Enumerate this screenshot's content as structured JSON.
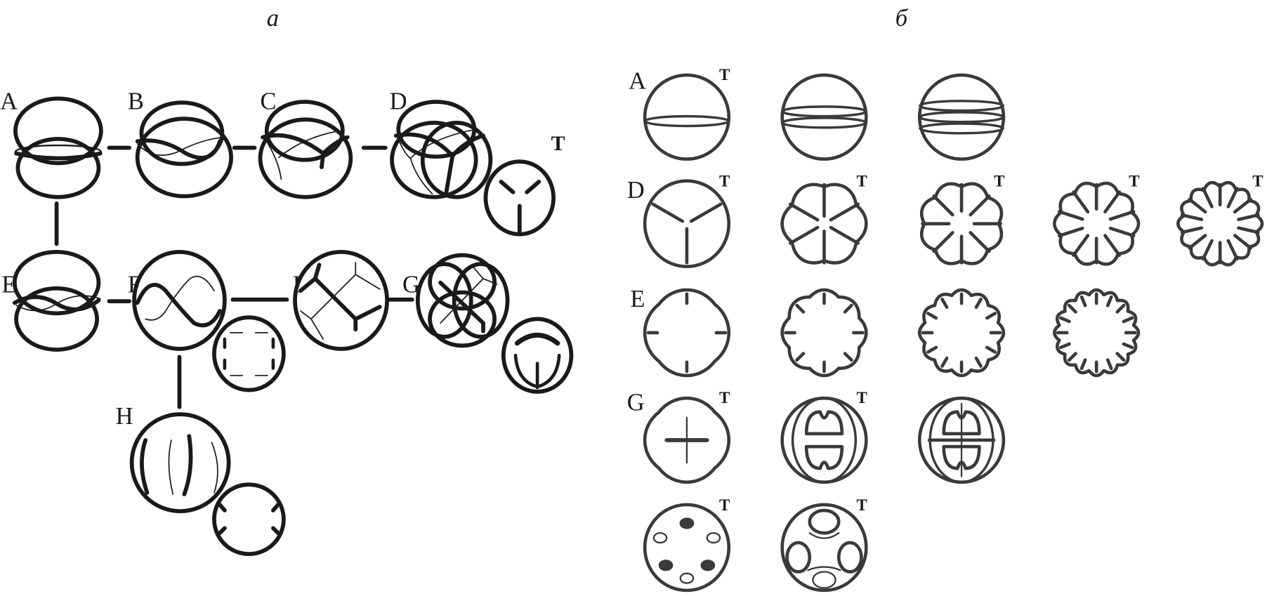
{
  "panels": {
    "a": {
      "label": "а",
      "stage_labels": [
        "A",
        "B",
        "C",
        "D",
        "E",
        "F",
        "I",
        "G",
        "H"
      ],
      "t_label": "T"
    },
    "b": {
      "label": "б",
      "row_labels": [
        "A",
        "D",
        "E",
        "G"
      ],
      "t_label": "T"
    }
  },
  "colors": {
    "stroke_left": "#1a1a1a",
    "stroke_right": "#3a3a3a",
    "background": "#ffffff"
  }
}
